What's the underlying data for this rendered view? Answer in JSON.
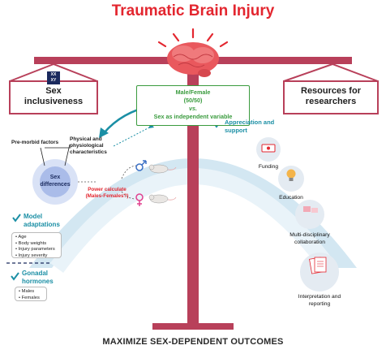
{
  "title": "Traumatic Brain Injury",
  "bottom_text": "MAXIMIZE SEX-DEPENDENT OUTCOMES",
  "left_pan": {
    "icon": "XX XY",
    "label_line1": "Sex",
    "label_line2": "inclusiveness"
  },
  "right_pan": {
    "label_line1": "Resources for",
    "label_line2": "researchers"
  },
  "center_box": {
    "line1": "Male/Female",
    "line2": "(50/50)",
    "line3": "vs.",
    "line4": "Sex as independent variable"
  },
  "left_section": {
    "premorbid": "Pre-morbid factors",
    "physical": "Physical and physiological characteristics",
    "sex_differences": "Sex differences",
    "power_calc": "Power calculate",
    "power_formula": "(Males-Females?)",
    "model_adaptations": "Model adaptations",
    "model_items": [
      "Age",
      "Body weights",
      "Injury parameters",
      "Injury severity"
    ],
    "gonadal_hormones": "Gonadal hormones",
    "gonadal_items": [
      "Males",
      "Females"
    ]
  },
  "right_section": {
    "appreciation": "Appreciation and support",
    "resources": [
      "Funding",
      "Education",
      "Multi-disciplinary collaboration",
      "Interpretation and reporting"
    ]
  },
  "colors": {
    "title_red": "#e3262f",
    "scale_crimson": "#b8405a",
    "arc_blue": "#cde2ef",
    "green": "#3a9b3e",
    "teal": "#1b8fa5"
  }
}
